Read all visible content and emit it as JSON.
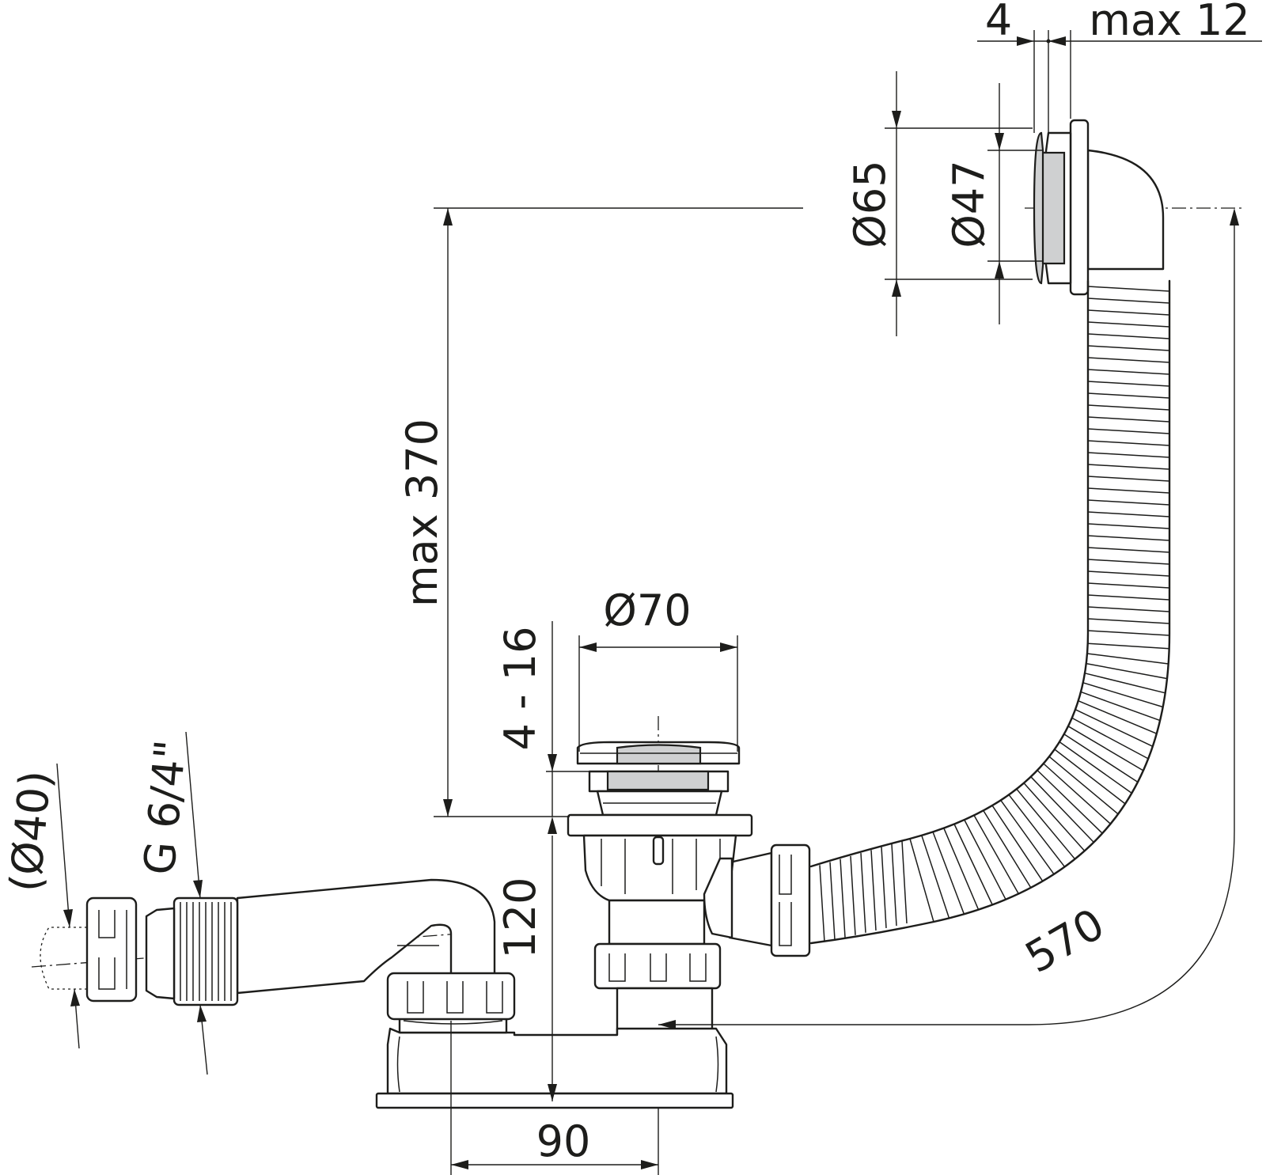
{
  "labels": {
    "flange_thickness": "4",
    "wall_max": "max 12",
    "overflow_outer_dia": "Ø65",
    "overflow_inner_dia": "Ø47",
    "height_max": "max 370",
    "drain_dia": "Ø70",
    "adjust_range": "4 - 16",
    "trap_height": "120",
    "thread": "G 6/4\"",
    "outlet_dia": "(Ø40)",
    "hose_length": "570",
    "spacing": "90"
  }
}
